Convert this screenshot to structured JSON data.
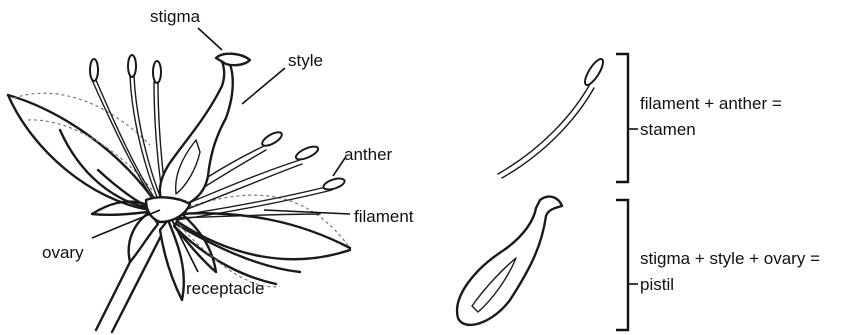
{
  "diagram": {
    "labels": {
      "stigma": "stigma",
      "style": "style",
      "anther": "anther",
      "filament": "filament",
      "ovary": "ovary",
      "receptacle": "receptacle"
    },
    "stamen_equation": {
      "line1": "filament + anther =",
      "line2": "stamen"
    },
    "pistil_equation": {
      "line1": "stigma + style + ovary =",
      "line2": "pistil"
    }
  }
}
